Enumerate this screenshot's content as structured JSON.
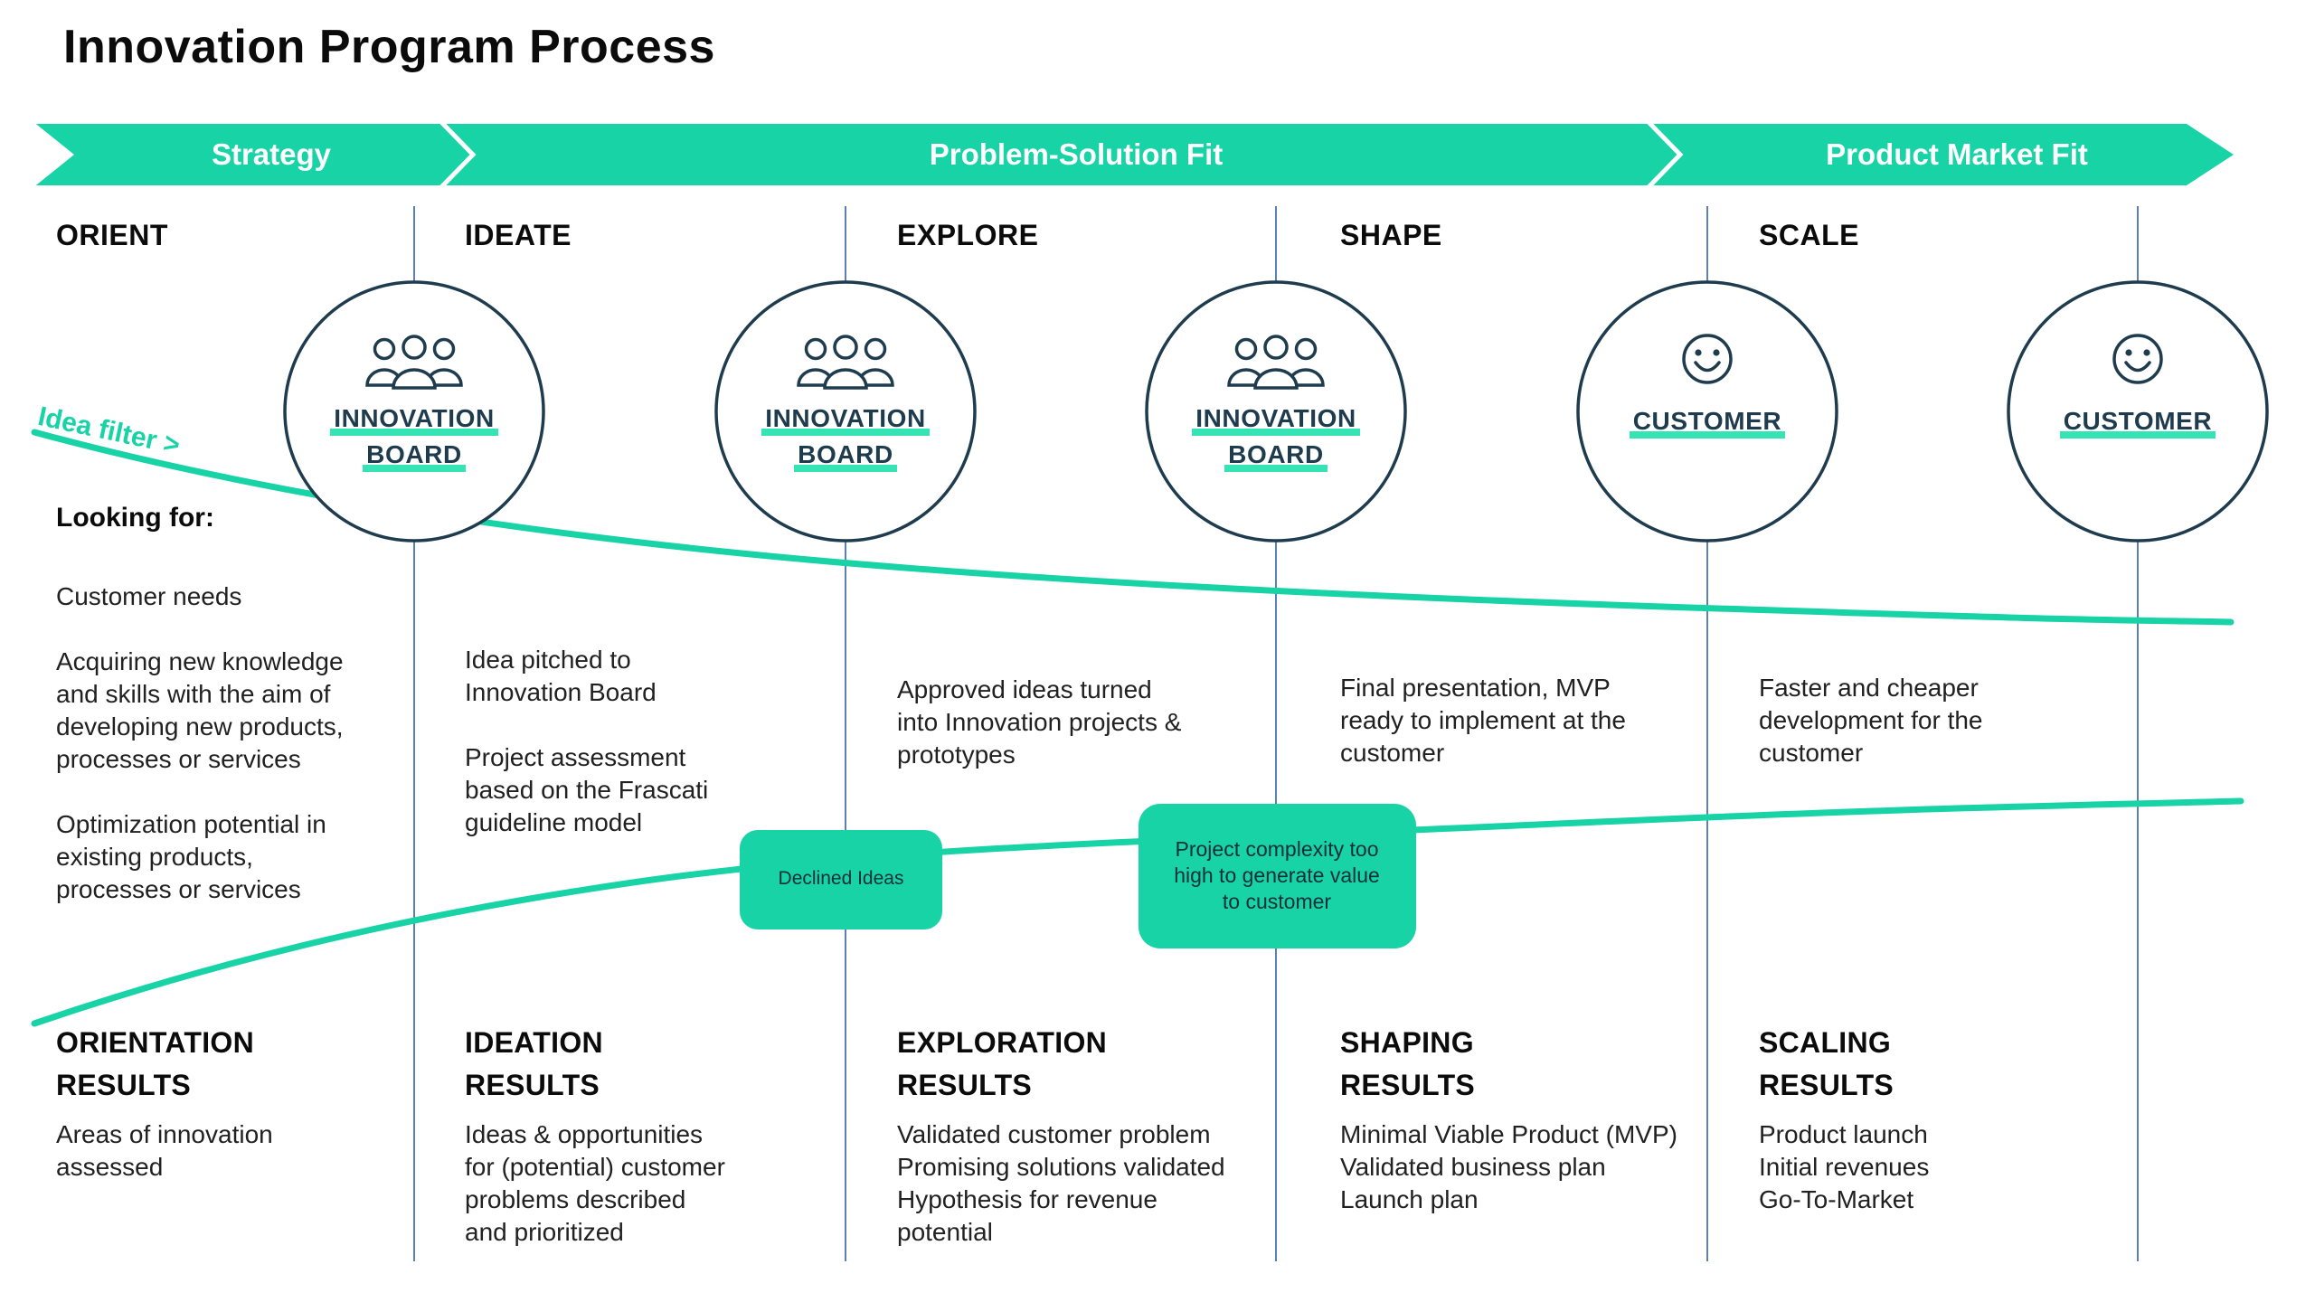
{
  "title": "Innovation Program Process",
  "banner": {
    "phases": [
      {
        "label": "Strategy"
      },
      {
        "label": "Problem-Solution Fit"
      },
      {
        "label": "Product Market Fit"
      }
    ]
  },
  "idea_filter_label": "Idea filter >",
  "columns": [
    {
      "header": "ORIENT",
      "looking_for": "Looking for:",
      "body": "Customer needs\n\nAcquiring new knowledge\nand skills with the aim of\ndeveloping new products,\nprocesses or services\n\nOptimization potential in\nexisting products,\nprocesses or services",
      "results_title": "ORIENTATION\nRESULTS",
      "results_body": "Areas of innovation\nassessed"
    },
    {
      "header": "IDEATE",
      "body": "Idea pitched to\nInnovation Board\n\nProject assessment\nbased on the Frascati\nguideline model",
      "results_title": "IDEATION\nRESULTS",
      "results_body": "Ideas & opportunities\nfor (potential) customer\nproblems described\nand prioritized"
    },
    {
      "header": "EXPLORE",
      "body": "Approved ideas turned\ninto Innovation projects &\nprototypes",
      "results_title": "EXPLORATION\nRESULTS",
      "results_body": "Validated customer problem\nPromising solutions validated\nHypothesis for revenue\npotential"
    },
    {
      "header": "SHAPE",
      "body": "Final presentation, MVP\nready to implement at the\ncustomer",
      "results_title": "SHAPING\nRESULTS",
      "results_body": "Minimal Viable Product (MVP)\nValidated business plan\nLaunch plan"
    },
    {
      "header": "SCALE",
      "body": "Faster and cheaper\ndevelopment for the\ncustomer",
      "results_title": "SCALING\nRESULTS",
      "results_body": "Product launch\nInitial revenues\nGo-To-Market"
    }
  ],
  "circles": [
    {
      "type": "innovation-board",
      "line1": "INNOVATION",
      "line2": "BOARD"
    },
    {
      "type": "innovation-board",
      "line1": "INNOVATION",
      "line2": "BOARD"
    },
    {
      "type": "innovation-board",
      "line1": "INNOVATION",
      "line2": "BOARD"
    },
    {
      "type": "customer",
      "line1": "CUSTOMER"
    },
    {
      "type": "customer",
      "line1": "CUSTOMER"
    }
  ],
  "callouts": [
    {
      "label": "Declined Ideas"
    },
    {
      "label": "Project complexity too\nhigh to generate value\nto customer"
    }
  ],
  "colors": {
    "teal": "#17d3a6",
    "underline_teal": "#35e3b5",
    "navy": "#1e3c4e",
    "divider_blue": "#5b80b8",
    "body_text": "#212121",
    "banner_text": "#ffffff"
  }
}
